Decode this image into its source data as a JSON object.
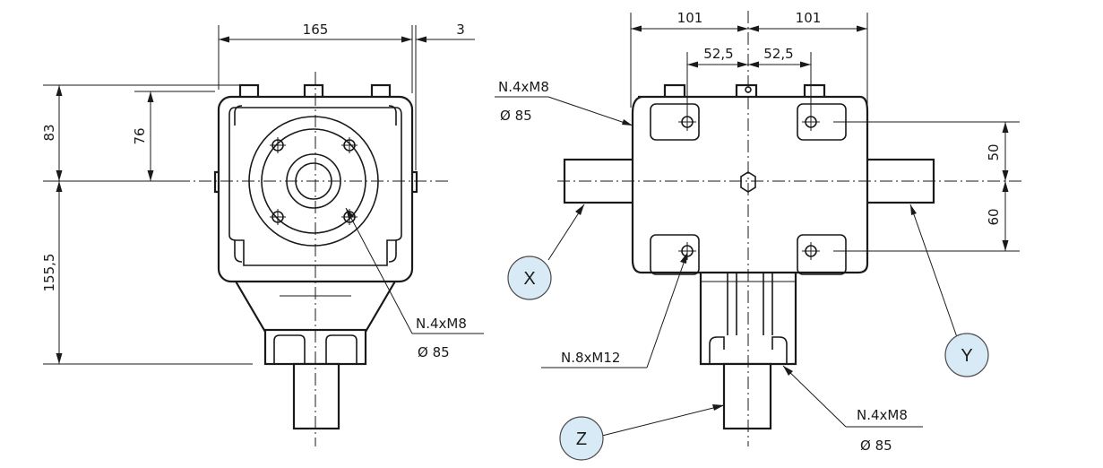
{
  "dimensions": {
    "width_top_left": "165",
    "offset_top_left": "3",
    "height_83": "83",
    "height_76": "76",
    "height_155": "155,5",
    "width_101_left": "101",
    "width_101_right": "101",
    "pitch_52_left": "52,5",
    "pitch_52_right": "52,5",
    "height_50": "50",
    "height_60": "60"
  },
  "notes": {
    "left_bolt_label": "N.4xM8",
    "left_bolt_diameter": "Ø  85",
    "top_bolt_label": "N.4xM8",
    "top_bolt_diameter": "Ø  85",
    "mid_bolt_label": "N.8xM12",
    "bottom_bolt_label": "N.4xM8",
    "bottom_bolt_diameter": "Ø  85"
  },
  "callouts": {
    "x": "X",
    "y": "Y",
    "z": "Z"
  },
  "colors": {
    "line": "#1a1a1a",
    "callout_fill": "#d9eaf7"
  }
}
